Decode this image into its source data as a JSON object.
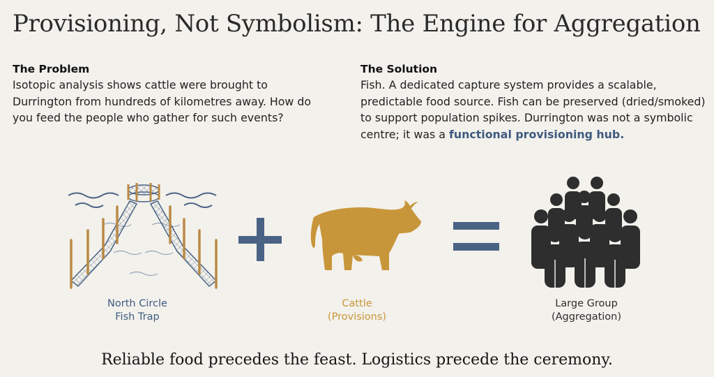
{
  "title": "Provisioning, Not Symbolism: The Engine for Aggregation",
  "problem": {
    "heading": "The Problem",
    "body": "Isotopic analysis shows cattle were brought to Durrington from hundreds of kilometres away. How do you feed the people who gather for such events?"
  },
  "solution": {
    "heading": "The Solution",
    "body": "Fish. A dedicated capture system provides a scalable, predictable food source. Fish can be preserved (dried/smoked) to support population spikes. Durrington was not a symbolic centre; it was a",
    "highlight": "functional provisioning hub."
  },
  "equation": {
    "trap": {
      "line1": "North Circle",
      "line2": "Fish Trap",
      "icon": "fish-trap-icon"
    },
    "plus_icon": "plus-icon",
    "cattle": {
      "line1": "Cattle",
      "line2": "(Provisions)",
      "icon": "cow-icon"
    },
    "equals_icon": "equals-icon",
    "group": {
      "line1": "Large Group",
      "line2": "(Aggregation)",
      "icon": "crowd-icon"
    }
  },
  "colors": {
    "blue": "#4a6385",
    "gold": "#c8963a",
    "dark": "#2e2e2e"
  },
  "footer": "Reliable food precedes the feast. Logistics precede the ceremony."
}
